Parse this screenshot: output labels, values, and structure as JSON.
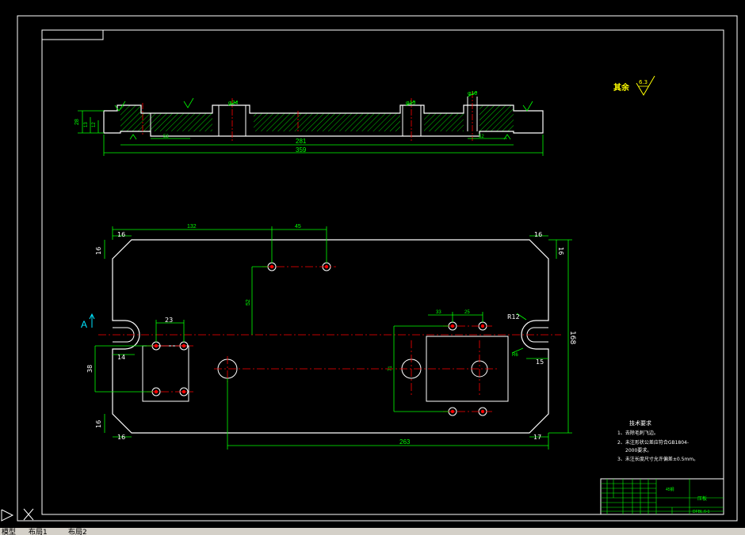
{
  "drawing": {
    "colors": {
      "background": "#000000",
      "outline": "#ffffff",
      "dimension": "#00ff00",
      "centerline": "#ff0000",
      "hatch": "#00ff00",
      "roughness_note": "#ffff00"
    },
    "roughness": {
      "label": "其余",
      "value": "6.3"
    },
    "section_dims": {
      "d24": "φ24",
      "d15": "φ15",
      "d10": "φ10",
      "h28": "28",
      "h13": "13",
      "h12": "12",
      "l52_left": "52",
      "l52_right": "52",
      "l281": "281",
      "l359": "359"
    },
    "plan_dims": {
      "d132": "132",
      "d45": "45",
      "c16_tl_h": "16",
      "c16_tl_v": "16",
      "c16_tr_h": "16",
      "c16_tr_v": "16",
      "c16_bl_h": "16",
      "c16_bl_v": "16",
      "d17": "17",
      "d15": "15",
      "d168": "168",
      "d52": "52",
      "d23": "23",
      "d38": "38",
      "d14": "14",
      "d33": "33",
      "d25": "25",
      "d71": "71",
      "r12": "R12",
      "r6": "R6",
      "d263": "263"
    },
    "view_label": "A",
    "notes": {
      "title": "技术要求",
      "items": [
        "1、去除毛刺飞边。",
        "2、未注形状公差应符合GB1804-",
        "2000要求。",
        "3、未注长度尺寸允许偏差±0.5mm。"
      ]
    },
    "title_block": {
      "part_name": "压板",
      "material": "45钢",
      "drawing_no": "DFBL.6-1"
    }
  },
  "statusbar": {
    "tabs": [
      "模型",
      "布局1",
      "布局2"
    ]
  }
}
